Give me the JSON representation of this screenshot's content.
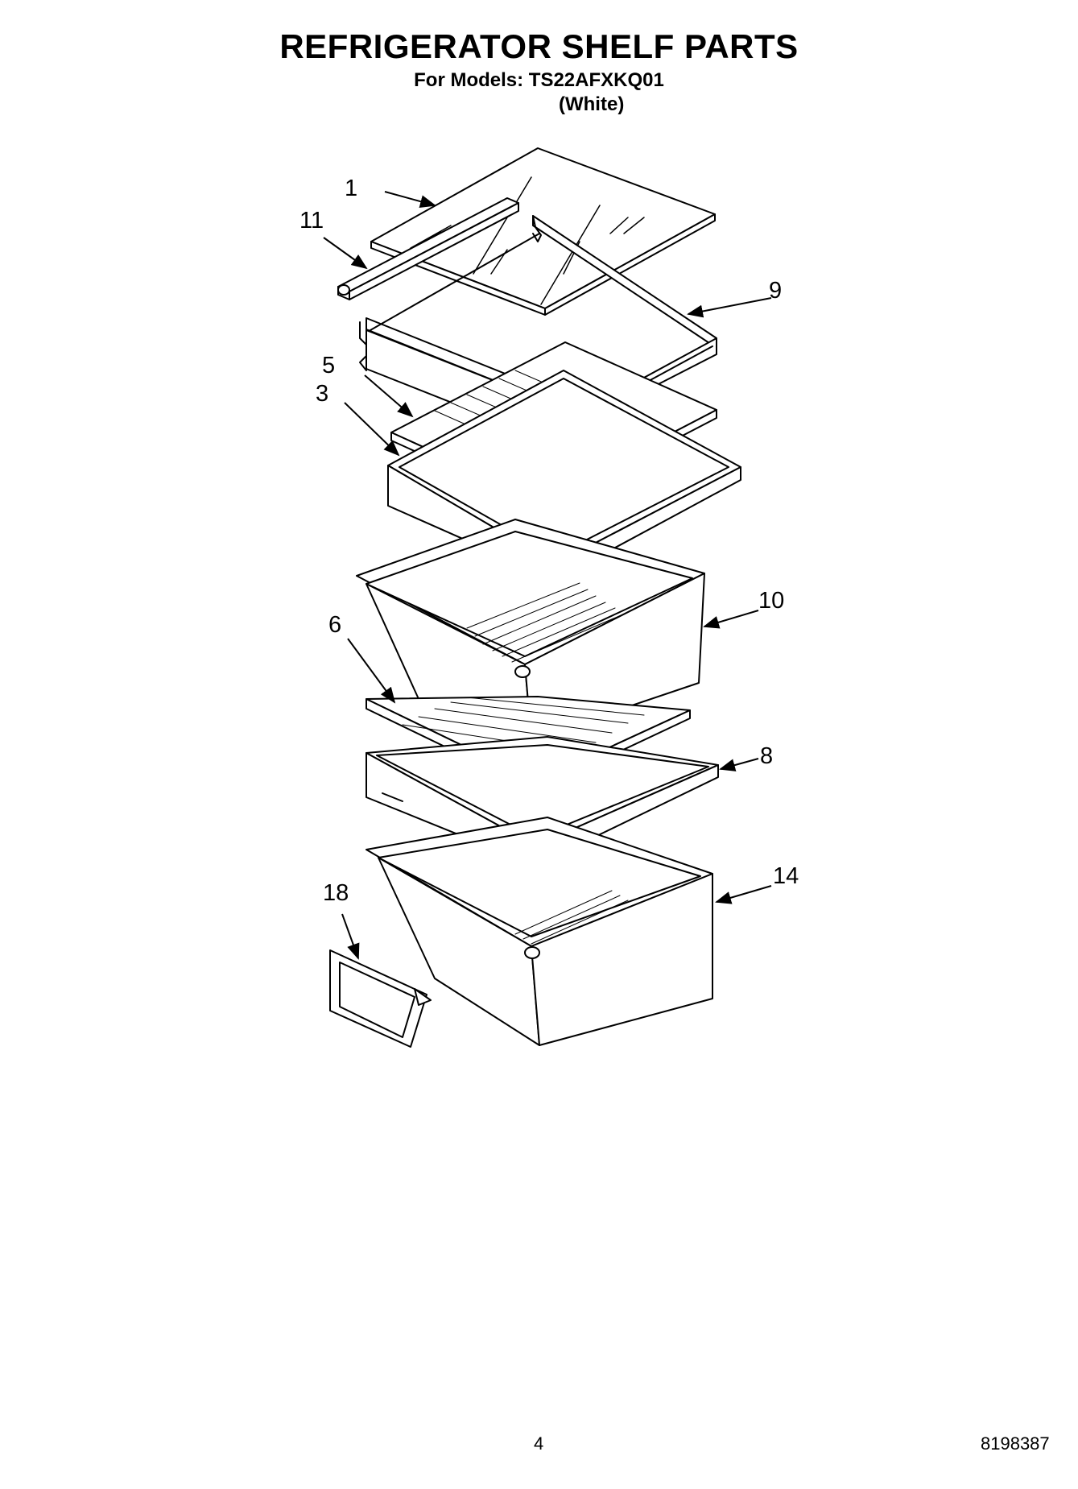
{
  "header": {
    "title": "REFRIGERATOR SHELF PARTS",
    "models": "For Models: TS22AFXKQ01",
    "color": "(White)"
  },
  "callouts": [
    "1",
    "11",
    "9",
    "5",
    "3",
    "10",
    "6",
    "8",
    "18",
    "14"
  ],
  "footer": {
    "page": "4",
    "doc_number": "8198387"
  }
}
